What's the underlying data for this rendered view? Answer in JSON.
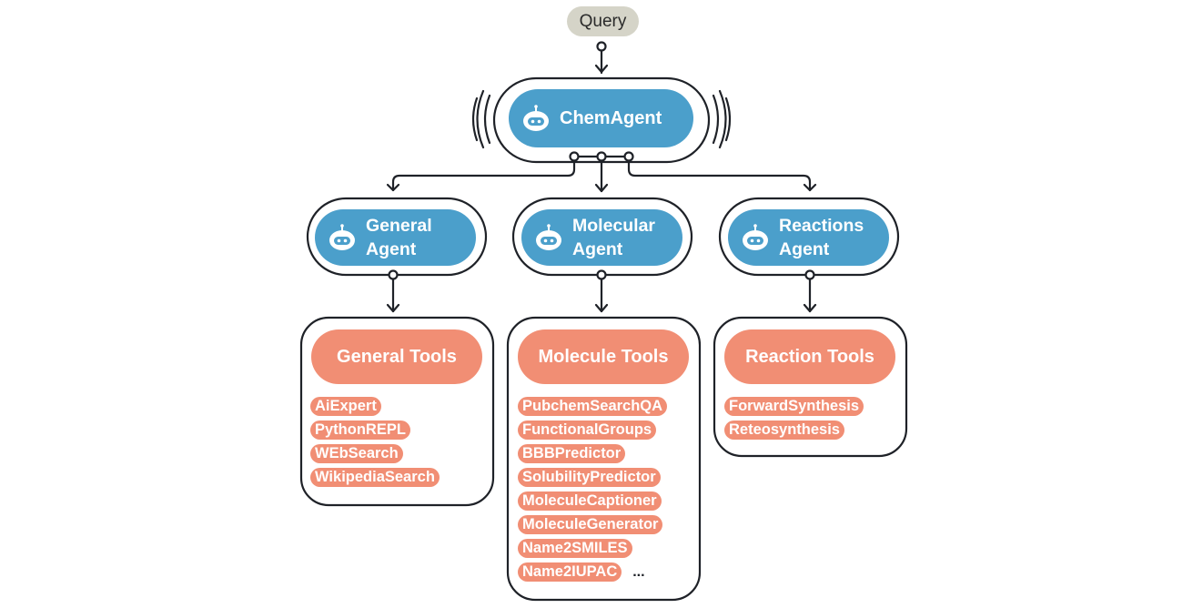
{
  "query": {
    "label": "Query",
    "color": "#d5d4c8"
  },
  "orchestrator": {
    "label": "ChemAgent",
    "icon": "robot-icon",
    "color": "#4b9fcb"
  },
  "agents": [
    {
      "label_line1": "General",
      "label_line2": "Agent",
      "icon": "robot-icon"
    },
    {
      "label_line1": "Molecular",
      "label_line2": "Agent",
      "icon": "robot-icon"
    },
    {
      "label_line1": "Reactions",
      "label_line2": "Agent",
      "icon": "robot-icon"
    }
  ],
  "toolsets": [
    {
      "title": "General Tools",
      "tools": [
        "AiExpert",
        "PythonREPL",
        "WEbSearch",
        "WikipediaSearch"
      ]
    },
    {
      "title": "Molecule Tools",
      "tools": [
        "PubchemSearchQA",
        "FunctionalGroups",
        "BBBPredictor",
        "SolubilityPredictor",
        "MoleculeCaptioner",
        "MoleculeGenerator",
        "Name2SMILES",
        "Name2IUPAC"
      ],
      "more": "..."
    },
    {
      "title": "Reaction Tools",
      "tools": [
        "ForwardSynthesis",
        "Reteosynthesis"
      ]
    }
  ],
  "colors": {
    "agent": "#4b9fcb",
    "tool": "#f18e74",
    "line": "#1f2228",
    "query": "#d5d4c8"
  }
}
